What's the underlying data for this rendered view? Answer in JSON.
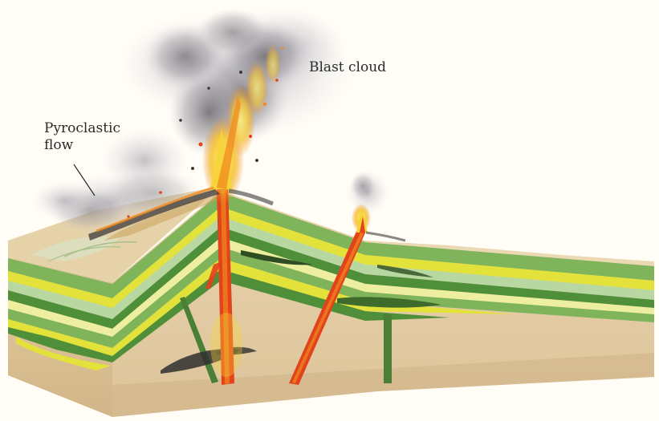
{
  "labels": {
    "blast_cloud": "Blast cloud",
    "pyroclastic_flow": [
      "Pyroclastic",
      "flow"
    ]
  },
  "colors": {
    "background": "#fffdf6",
    "block_top": "#e8d6ae",
    "block_front": "#dcc49a",
    "block_side": "#d6bd90",
    "layer_green_dark": "#4f8f3a",
    "layer_green": "#7fb45a",
    "layer_green_pale": "#b9d7a0",
    "layer_yellow": "#e3e23a",
    "layer_yellow_pale": "#eeeea0",
    "magma_red": "#e2421c",
    "magma_orange": "#f08a1e",
    "fire_yellow": "#f6d437",
    "smoke_gray": "#8d8b90",
    "smoke_light": "#c6c3c8",
    "ash_dark": "#3c3a3a",
    "dike_green": "#4c7f36"
  }
}
